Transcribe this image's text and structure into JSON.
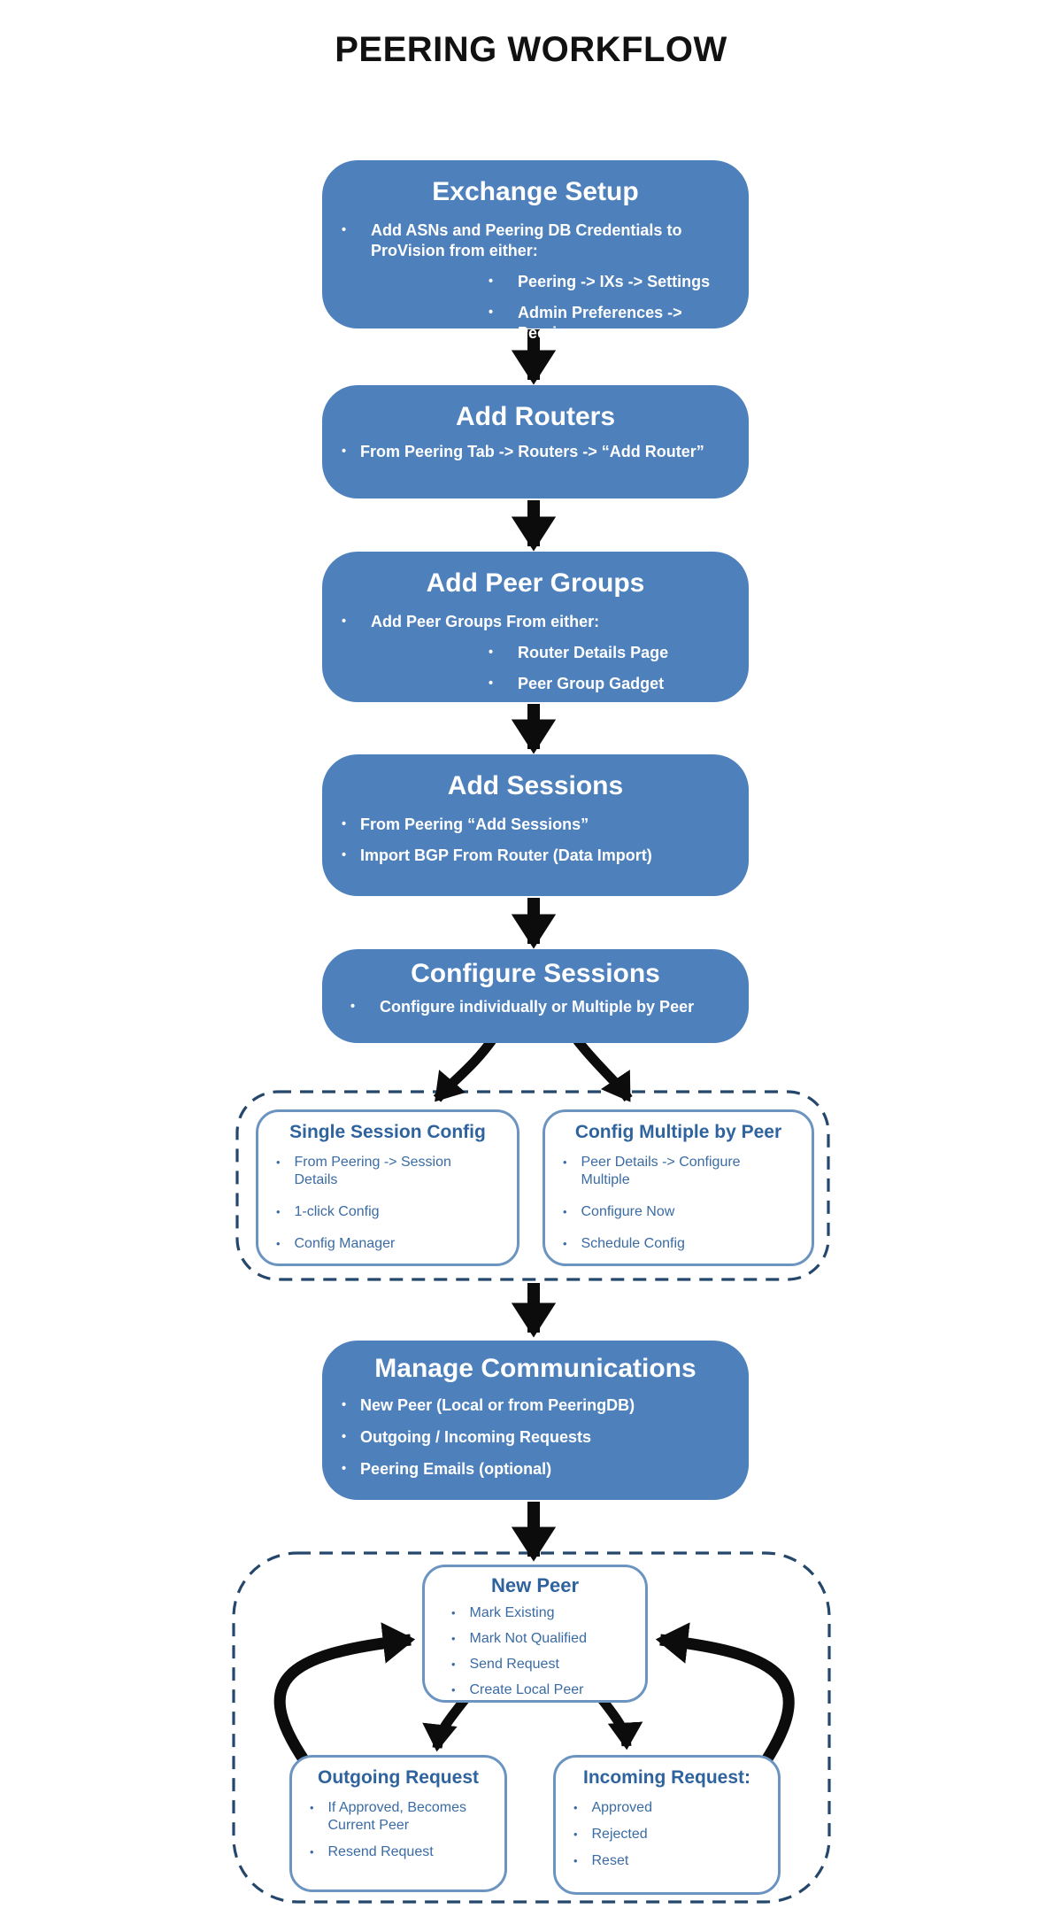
{
  "title": "PEERING WORKFLOW",
  "colors": {
    "box_fill": "#4e80bc",
    "box_text": "#ffffff",
    "outline_border": "#6b94c1",
    "outline_title": "#2f639e",
    "outline_text": "#3a6ba3",
    "dashed_border": "#24476b",
    "arrow": "#0c0c0c",
    "page_title": "#111111"
  },
  "boxes": {
    "exchange_setup": {
      "title": "Exchange Setup",
      "bullet": "Add ASNs and Peering DB Credentials to ProVision from either:",
      "subs": [
        "Peering -> IXs -> Settings",
        "Admin Preferences -> Peering"
      ]
    },
    "add_routers": {
      "title": "Add Routers",
      "bullet": "From Peering Tab -> Routers -> “Add Router”"
    },
    "add_peer_groups": {
      "title": "Add Peer Groups",
      "bullet": "Add Peer Groups From either:",
      "subs": [
        "Router Details Page",
        "Peer Group Gadget"
      ]
    },
    "add_sessions": {
      "title": "Add Sessions",
      "bullets": [
        "From Peering “Add Sessions”",
        "Import BGP From Router (Data Import)"
      ]
    },
    "configure_sessions": {
      "title": "Configure Sessions",
      "bullet": "Configure individually or Multiple by Peer"
    },
    "single_session_config": {
      "title": "Single Session Config",
      "bullets": [
        "From Peering -> Session Details",
        "1-click Config",
        "Config Manager"
      ]
    },
    "config_multiple_by_peer": {
      "title": "Config Multiple by Peer",
      "bullets": [
        "Peer Details -> Configure Multiple",
        "Configure Now",
        "Schedule Config"
      ]
    },
    "manage_communications": {
      "title": "Manage Communications",
      "bullets": [
        "New Peer (Local or from PeeringDB)",
        "Outgoing / Incoming Requests",
        "Peering Emails (optional)"
      ]
    },
    "new_peer": {
      "title": "New Peer",
      "bullets": [
        "Mark Existing",
        "Mark Not Qualified",
        "Send Request",
        "Create Local Peer"
      ]
    },
    "outgoing_request": {
      "title": "Outgoing Request",
      "bullets": [
        "If Approved, Becomes Current Peer",
        "Resend Request"
      ]
    },
    "incoming_request": {
      "title": "Incoming Request:",
      "bullets": [
        "Approved",
        "Rejected",
        "Reset"
      ]
    }
  },
  "bullet_glyph": "•"
}
